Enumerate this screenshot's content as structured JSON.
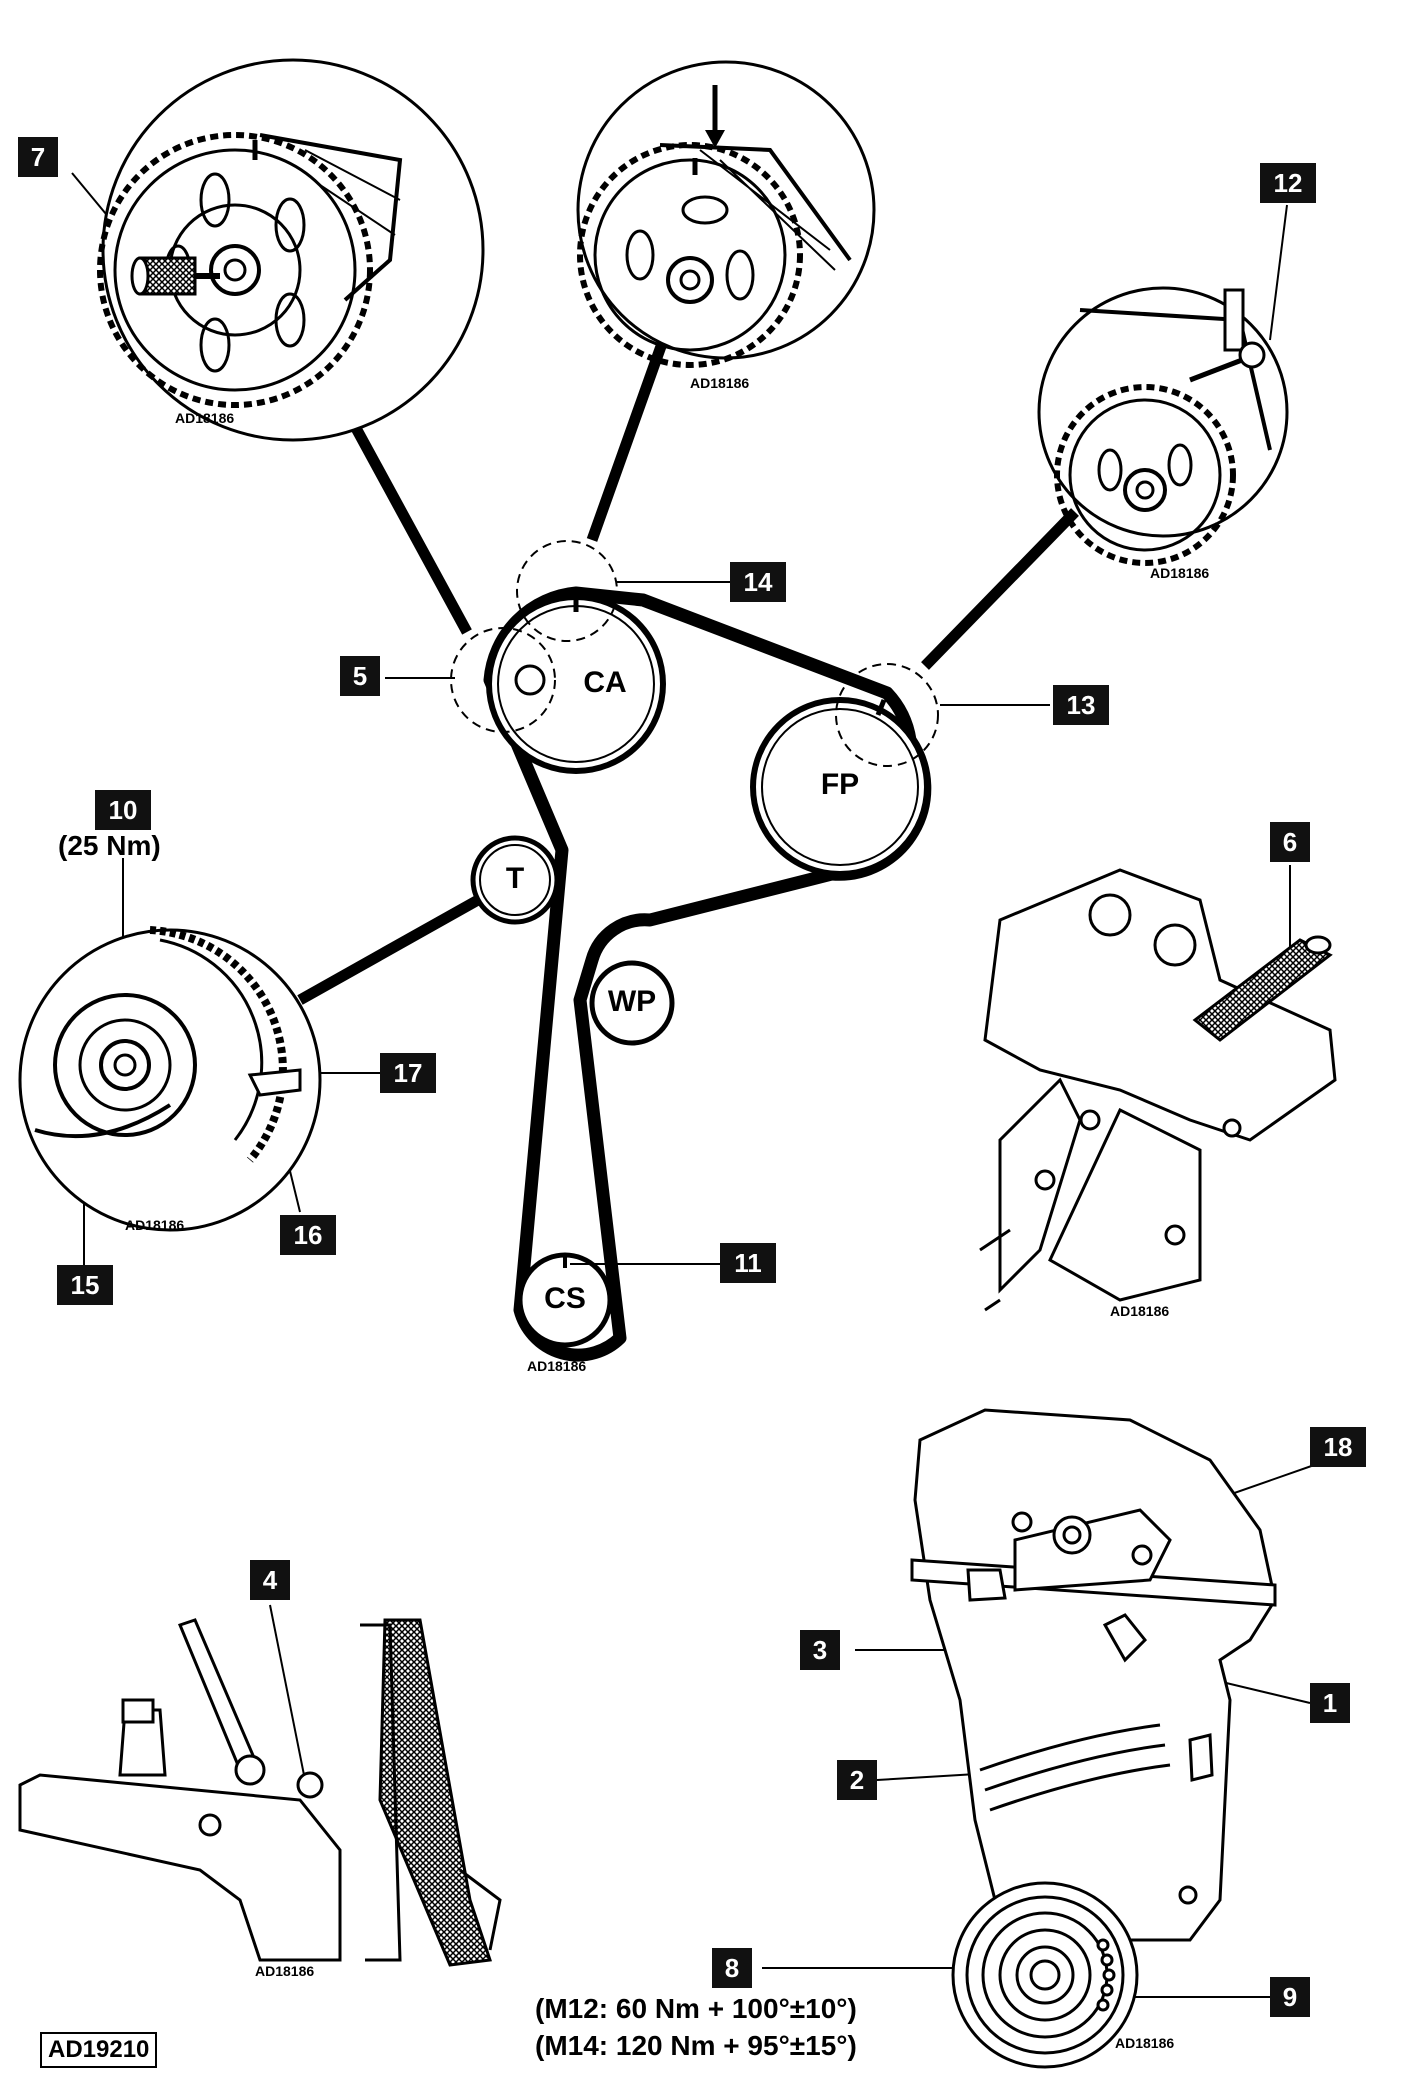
{
  "callouts": {
    "c1": "1",
    "c2": "2",
    "c3": "3",
    "c4": "4",
    "c5": "5",
    "c6": "6",
    "c7": "7",
    "c8": "8",
    "c9": "9",
    "c10": "10",
    "c11": "11",
    "c12": "12",
    "c13": "13",
    "c14": "14",
    "c15": "15",
    "c16": "16",
    "c17": "17",
    "c18": "18"
  },
  "pulleys": {
    "camshaft": "CA",
    "fuel_pump": "FP",
    "tensioner": "T",
    "water_pump": "WP",
    "crankshaft": "CS"
  },
  "torques": {
    "tensioner": "(25 Nm)",
    "m12": "(M12: 60 Nm + 100°±10°)",
    "m14": "(M14: 120 Nm + 95°±15°)"
  },
  "codes": {
    "detail": "AD18186",
    "figure": "AD19210"
  }
}
